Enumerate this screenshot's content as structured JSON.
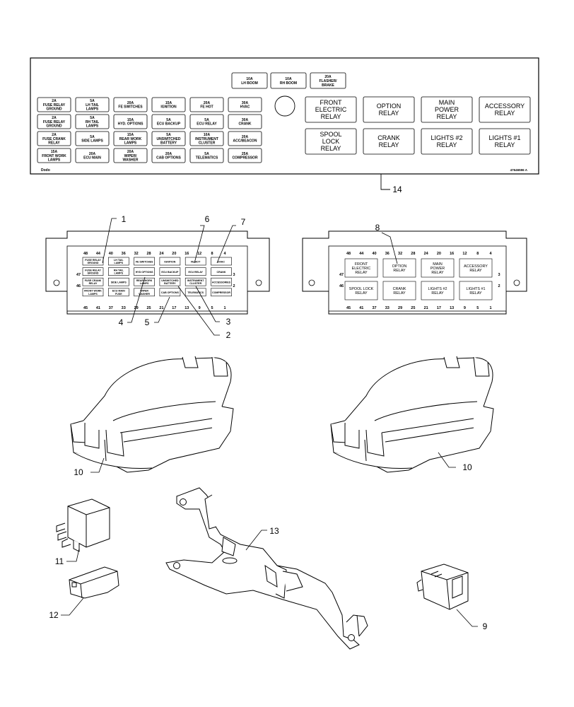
{
  "top_panel": {
    "top_fuses": [
      [
        "10A",
        "LH BOOM"
      ],
      [
        "10A",
        "RH BOOM"
      ],
      [
        "20A",
        "FLASHER/",
        "BRAKE"
      ]
    ],
    "fuse_grid": [
      [
        [
          "2A",
          "FUSE RELAY",
          "GROUND"
        ],
        [
          "5A",
          "LH TAIL",
          "LAMPS"
        ],
        [
          "20A",
          "FE SWITCHES"
        ],
        [
          "15A",
          "IGNITION"
        ],
        [
          "20A",
          "FE HOT"
        ],
        [
          "30A",
          "HVAC"
        ]
      ],
      [
        [
          "2A",
          "FUSE RELAY",
          "GROUND"
        ],
        [
          "5A",
          "RH TAIL",
          "LAMPS"
        ],
        [
          "15A",
          "HYD. OPTIONS"
        ],
        [
          "5A",
          "ECU BACKUP"
        ],
        [
          "5A",
          "ECU RELAY"
        ],
        [
          "30A",
          "CRANK"
        ]
      ],
      [
        [
          "2A",
          "FUSE CRANK",
          "RELAY"
        ],
        [
          "5A",
          "SIDE LAMPS"
        ],
        [
          "15A",
          "REAR WORK",
          "LAMPS"
        ],
        [
          "5A",
          "UNSWITCHED",
          "BATTERY"
        ],
        [
          "10A",
          "INSTRUMENT",
          "CLUSTER"
        ],
        [
          "20A",
          "ACC/BEACON"
        ]
      ],
      [
        [
          "15A",
          "FRONT WORK",
          "LAMPS"
        ],
        [
          "20A",
          "ECU MAIN"
        ],
        [
          "20A",
          "WIPER/",
          "WASHER"
        ],
        [
          "20A",
          "CAB OPTIONS"
        ],
        [
          "5A",
          "TELEMATICS"
        ],
        [
          "25A",
          "COMPRESSOR"
        ]
      ]
    ],
    "relays": [
      [
        "FRONT",
        "ELECTRIC",
        "RELAY"
      ],
      [
        "OPTION",
        "RELAY"
      ],
      [
        "MAIN",
        "POWER",
        "RELAY"
      ],
      [
        "ACCESSORY",
        "RELAY"
      ],
      [
        "SPOOL",
        "LOCK",
        "RELAY"
      ],
      [
        "CRANK",
        "RELAY"
      ],
      [
        "LIGHTS #2",
        "RELAY"
      ],
      [
        "LIGHTS #1",
        "RELAY"
      ]
    ],
    "logo": "Dodo",
    "part_code": "47646596 A"
  },
  "left_block": {
    "pins_top": [
      "48",
      "44",
      "40",
      "36",
      "32",
      "28",
      "24",
      "20",
      "16",
      "12",
      "8",
      "4"
    ],
    "pins_bottom": [
      "45",
      "41",
      "37",
      "33",
      "29",
      "25",
      "21",
      "17",
      "13",
      "9",
      "5",
      "1"
    ],
    "pins_left": [
      "47",
      "46"
    ],
    "pins_right": [
      "3",
      "2"
    ],
    "cells": [
      [
        "FUSE RELAY GROUND",
        "LH TAIL LAMPS",
        "FE SWITCHES",
        "IGNITION",
        "FE HOT",
        "HVAC"
      ],
      [
        "FUSE RELAY GROUND",
        "RH TAIL LAMPS",
        "HYD OPTIONS",
        "ECU BACKUP",
        "ECU RELAY",
        "CRANK"
      ],
      [
        "FUSE CRANK RELAY",
        "SIDE LAMPS",
        "REAR WORK LAMPS",
        "UNSWITCHED BATTERY",
        "INSTRUMENT CLUSTER",
        "ACCESSORIES"
      ],
      [
        "FRONT WORK LAMPS",
        "ECU MAIN FUSE",
        "WIPER WASHER",
        "CAB OPTIONS",
        "TELEMATICS",
        "COMPRESSOR"
      ]
    ]
  },
  "right_block": {
    "pins_top": [
      "48",
      "44",
      "40",
      "36",
      "32",
      "28",
      "24",
      "20",
      "16",
      "12",
      "8",
      "4"
    ],
    "pins_bottom": [
      "45",
      "41",
      "37",
      "33",
      "29",
      "25",
      "21",
      "17",
      "13",
      "9",
      "5",
      "1"
    ],
    "pins_left": [
      "47",
      "46"
    ],
    "pins_right": [
      "3",
      "2"
    ],
    "cells": [
      [
        "FRONT ELECTRIC RELAY",
        "OPTION RELAY",
        "MAIN POWER RELAY",
        "ACCESSORY RELAY"
      ],
      [
        "SPOOL LOCK RELAY",
        "CRANK RELAY",
        "LIGHTS #2 RELAY",
        "LIGHTS #1 RELAY"
      ]
    ]
  },
  "callouts": {
    "c14": "14",
    "c1": "1",
    "c6": "6",
    "c7": "7",
    "c8": "8",
    "c4": "4",
    "c5": "5",
    "c3": "3",
    "c2": "2",
    "c10a": "10",
    "c10b": "10",
    "c13": "13",
    "c11": "11",
    "c12": "12",
    "c9": "9"
  }
}
